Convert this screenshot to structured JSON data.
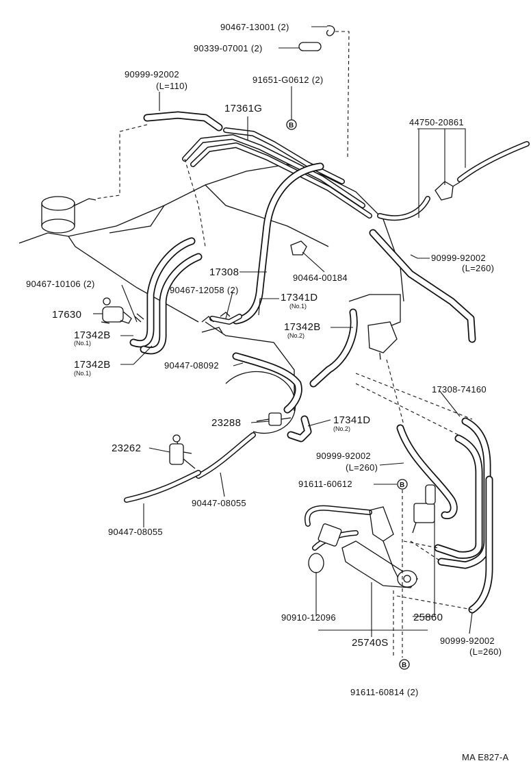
{
  "diagram_code": "MA E827-A",
  "bolt_marker": "B",
  "labels": {
    "p90467_13001": "90467-13001 (2)",
    "p90339_07001": "90339-07001 (2)",
    "p90999_92002_a": "90999-92002",
    "p90999_92002_a_len": "(L=110)",
    "p91651_G0612": "91651-G0612 (2)",
    "p17361G": "17361G",
    "p44750_20861": "44750-20861",
    "p90999_92002_b": "90999-92002",
    "p90999_92002_b_len": "(L=260)",
    "p17308": "17308",
    "p90464_00184": "90464-00184",
    "p90467_10106": "90467-10106 (2)",
    "p90467_12058": "90467-12058 (2)",
    "p17341D_1": "17341D",
    "p17341D_1_sub": "(No.1)",
    "p17630": "17630",
    "p17342B_a": "17342B",
    "p17342B_a_sub": "(No.1)",
    "p17342B_b": "17342B",
    "p17342B_b_sub": "(No.1)",
    "p17342B_c": "17342B",
    "p17342B_c_sub": "(No.2)",
    "p90447_08092": "90447-08092",
    "p17308_74160": "17308-74160",
    "p23288": "23288",
    "p17341D_2": "17341D",
    "p17341D_2_sub": "(No.2)",
    "p23262": "23262",
    "p90999_92002_c": "90999-92002",
    "p90999_92002_c_len": "(L=260)",
    "p91611_60612": "91611-60612",
    "p90447_08055_a": "90447-08055",
    "p90447_08055_b": "90447-08055",
    "p90910_12096": "90910-12096",
    "p25860": "25860",
    "p25740S": "25740S",
    "p90999_92002_d": "90999-92002",
    "p90999_92002_d_len": "(L=260)",
    "p91611_60814": "91611-60814 (2)"
  }
}
